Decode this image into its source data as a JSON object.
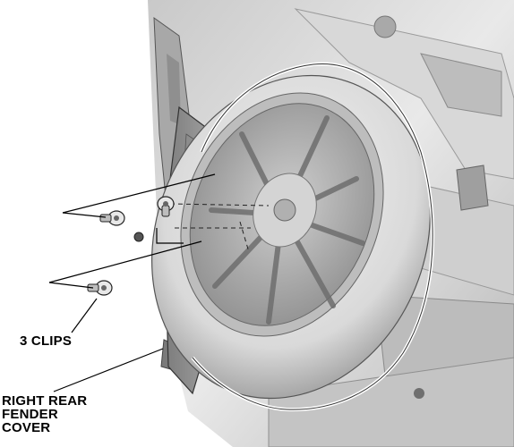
{
  "labels": {
    "clips": "3 CLIPS",
    "fender_line1": "RIGHT REAR",
    "fender_line2": "FENDER",
    "fender_line3": "COVER"
  },
  "colors": {
    "background": "#ffffff",
    "text": "#000000",
    "leader_line": "#000000",
    "part_shading_dark": "#8a8a8a",
    "part_shading_light": "#e6e6e6"
  }
}
